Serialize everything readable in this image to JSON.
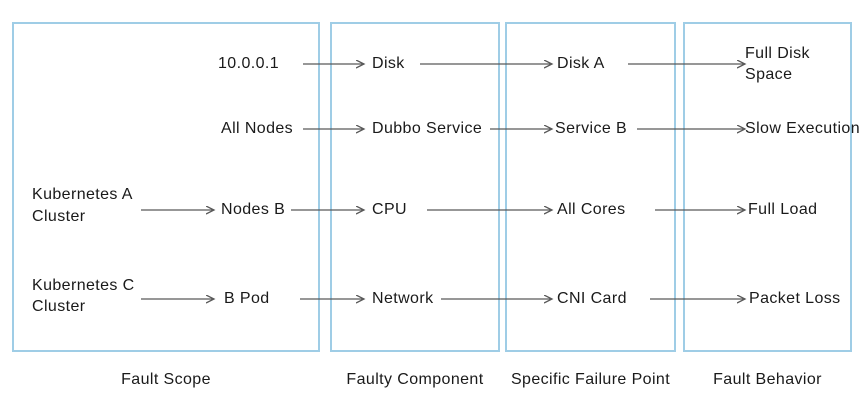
{
  "diagram": {
    "columns": [
      {
        "label": "Fault Scope"
      },
      {
        "label": "Faulty Component"
      },
      {
        "label": "Specific Failure Point"
      },
      {
        "label": "Fault Behavior"
      }
    ],
    "rows": [
      {
        "scope": "10.0.0.1",
        "component": "Disk",
        "failure_point": "Disk A",
        "behavior": "Full Disk Space"
      },
      {
        "scope": "All Nodes",
        "component": "Dubbo Service",
        "failure_point": "Service B",
        "behavior": "Slow Execution"
      },
      {
        "source": "Kubernetes A Cluster",
        "scope": "Nodes B",
        "component": "CPU",
        "failure_point": "All Cores",
        "behavior": "Full Load"
      },
      {
        "source": "Kubernetes C Cluster",
        "scope": "B Pod",
        "component": "Network",
        "failure_point": "CNI Card",
        "behavior": "Packet Loss"
      }
    ],
    "colors": {
      "box_border": "#9fcde6",
      "arrow": "#595959",
      "text": "#1a1a1a"
    }
  }
}
